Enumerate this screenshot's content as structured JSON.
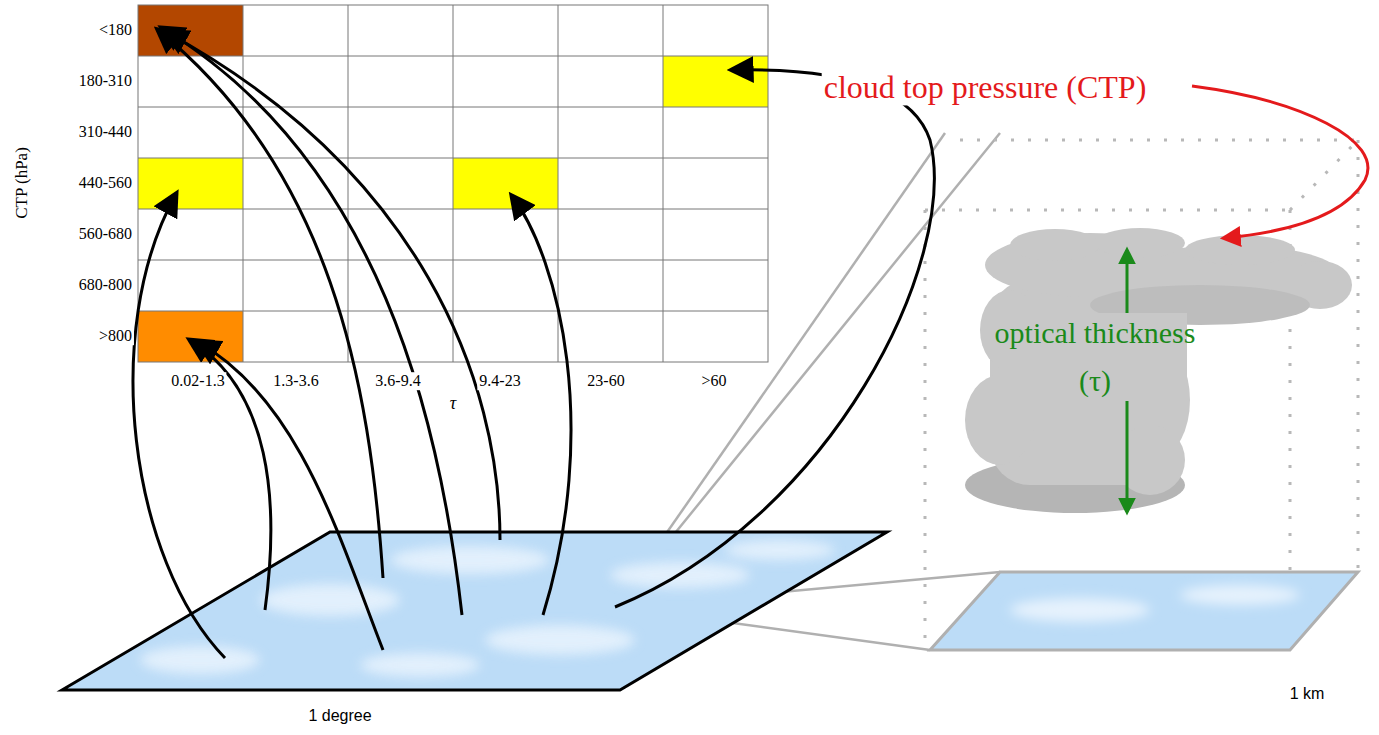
{
  "diagram": {
    "labels": [
      "CTP (hPa)",
      "<180",
      "180-310",
      "310-440",
      "440-560",
      "560-680",
      "680-800",
      ">800",
      "0.02-1.3",
      "1.3-3.6",
      "3.6-9.4",
      "9.4-23",
      "23-60",
      ">60",
      "τ",
      "cloud top pressure (CTP)",
      "optical thickness (τ)",
      "1 km",
      "1 degree"
    ]
  }
}
